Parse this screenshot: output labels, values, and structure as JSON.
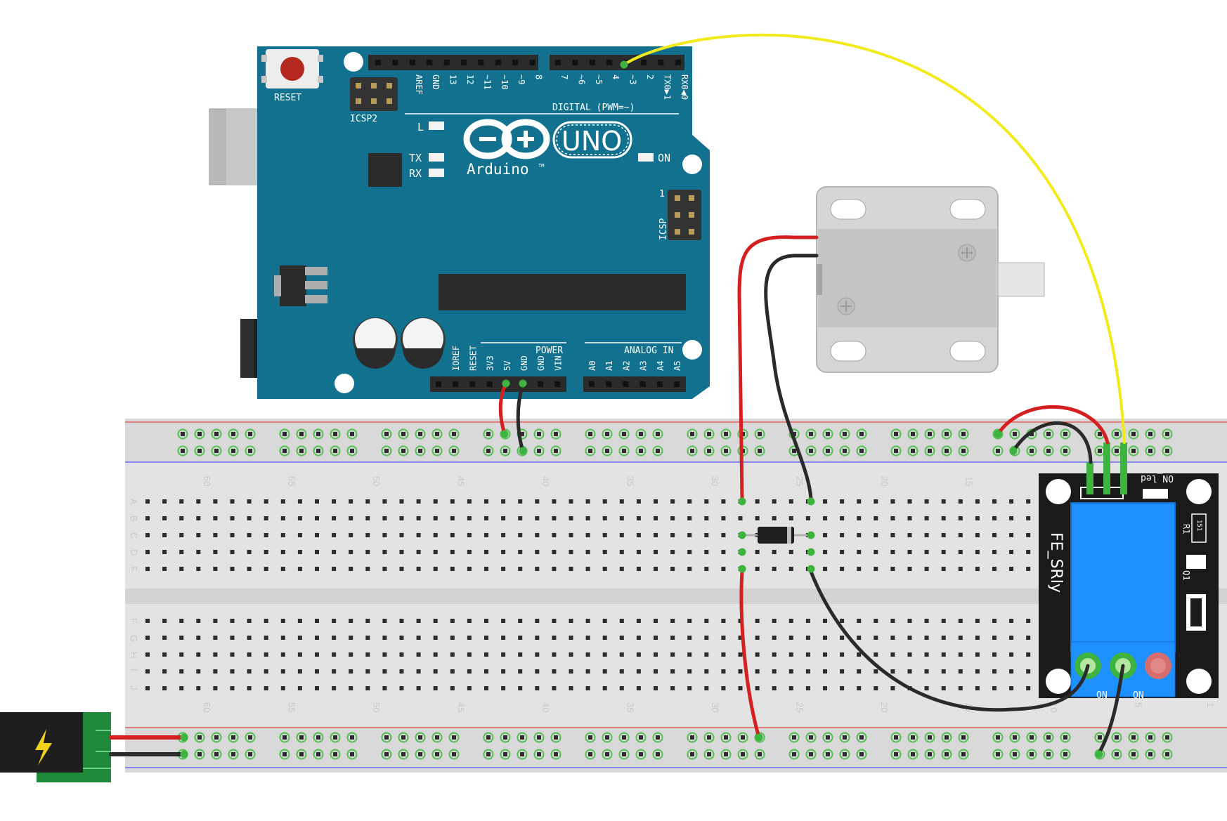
{
  "arduino": {
    "reset_label": "RESET",
    "icsp2_label": "ICSP2",
    "icsp_label": "ICSP",
    "icsp_pin1": "1",
    "led_l": "L",
    "led_tx": "TX",
    "led_rx": "RX",
    "led_on": "ON",
    "brand": "Arduino",
    "tm": "TM",
    "model": "UNO",
    "digital_label": "DIGITAL (PWM=~)",
    "digital_pins": [
      "AREF",
      "GND",
      "13",
      "12",
      "~11",
      "~10",
      "~9",
      "8",
      "7",
      "~6",
      "~5",
      "4",
      "~3",
      "2",
      "TX0▶1",
      "RX0◀0"
    ],
    "power_label": "POWER",
    "power_pins": [
      "IOREF",
      "RESET",
      "3V3",
      "5V",
      "GND",
      "GND",
      "VIN"
    ],
    "analog_label": "ANALOG IN",
    "analog_pins": [
      "A0",
      "A1",
      "A2",
      "A3",
      "A4",
      "A5"
    ]
  },
  "breadboard": {
    "column_numbers": [
      "60",
      "55",
      "50",
      "45",
      "40",
      "35",
      "30",
      "25",
      "20",
      "15",
      "10",
      "5",
      "1"
    ],
    "row_letters_top": [
      "A",
      "B",
      "C",
      "D",
      "E"
    ],
    "row_letters_bottom": [
      "F",
      "G",
      "H",
      "I",
      "J"
    ]
  },
  "relay": {
    "name": "FE_SRly",
    "led_label": "ON_led",
    "resistor_label": "R1",
    "resistor_value": "151",
    "transistor_label": "Q1",
    "terminal_labels": [
      "ON",
      "ON"
    ]
  },
  "colors": {
    "arduino_blue": "#12718e",
    "wire_red": "#d42020",
    "wire_black": "#2a2a2a",
    "wire_yellow": "#f2ea1c",
    "relay_blue": "#1e90ff",
    "pin_green": "#3fb33f",
    "breadboard": "#e6e6e6"
  },
  "icons": {
    "power_jack": "lightning-bolt-icon",
    "solenoid": "solenoid-lock-icon",
    "diode": "diode-icon"
  }
}
